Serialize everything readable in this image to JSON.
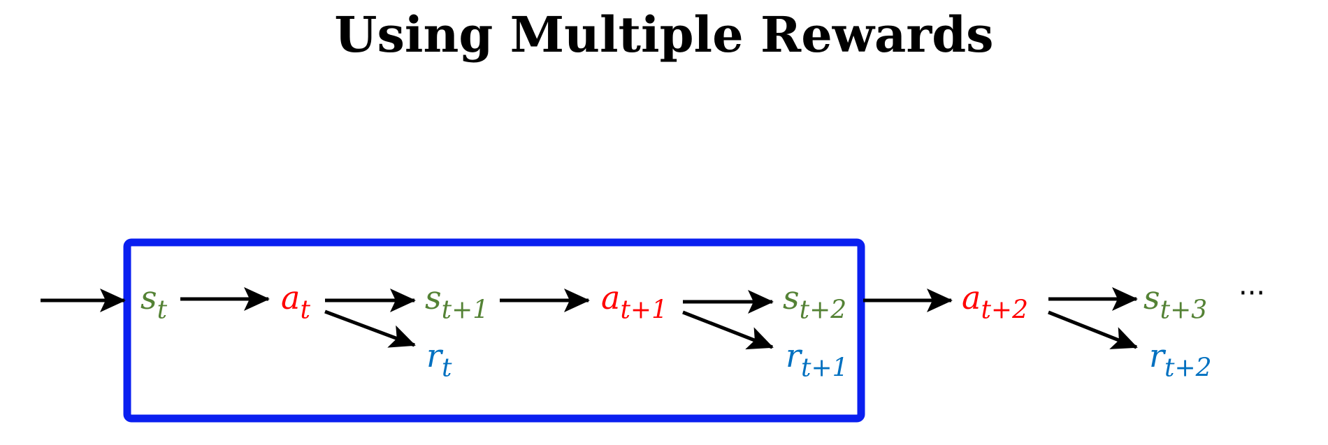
{
  "title": "Using Multiple Rewards",
  "colors": {
    "state": "#548235",
    "action": "#ff0000",
    "reward": "#0070c0",
    "box": "#0a1ff0",
    "arrow": "#000000"
  },
  "nodes": {
    "s_t": {
      "base": "s",
      "sub": "t"
    },
    "a_t": {
      "base": "a",
      "sub": "t"
    },
    "s_t1": {
      "base": "s",
      "sub": "t+1"
    },
    "r_t": {
      "base": "r",
      "sub": "t"
    },
    "a_t1": {
      "base": "a",
      "sub": "t+1"
    },
    "s_t2": {
      "base": "s",
      "sub": "t+2"
    },
    "r_t1": {
      "base": "r",
      "sub": "t+1"
    },
    "a_t2": {
      "base": "a",
      "sub": "t+2"
    },
    "s_t3": {
      "base": "s",
      "sub": "t+3"
    },
    "r_t2": {
      "base": "r",
      "sub": "t+2"
    }
  },
  "ellipsis": "···"
}
